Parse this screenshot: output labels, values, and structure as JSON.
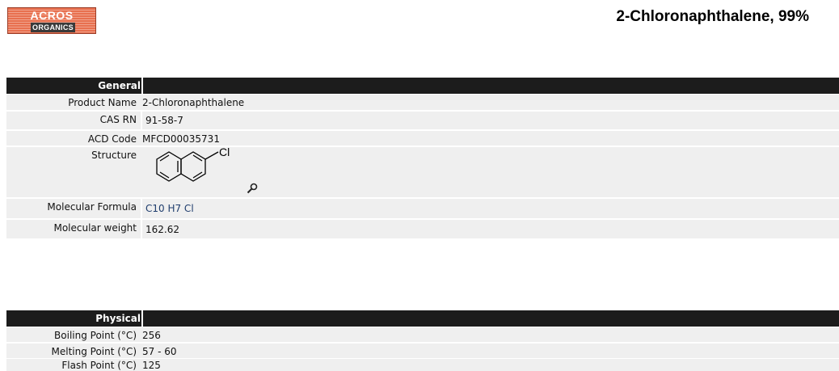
{
  "logo": {
    "line1": "ACROS",
    "line2": "ORGANICS"
  },
  "title": "2-Chloronaphthalene, 99%",
  "general": {
    "header": "General",
    "rows": [
      {
        "key": "Product Name",
        "value": "2-Chloronaphthalene"
      },
      {
        "key": "CAS RN",
        "value": "91-58-7"
      },
      {
        "key": "ACD Code",
        "value": "MFCD00035731"
      },
      {
        "key": "Structure",
        "value": ""
      },
      {
        "key": "Molecular Formula",
        "value": "C10 H7 Cl"
      },
      {
        "key": "Molecular weight",
        "value": "162.62"
      }
    ],
    "structure_label": "Cl",
    "zoom_icon": "magnifier-icon"
  },
  "physical": {
    "header": "Physical",
    "rows": [
      {
        "key": "Boiling Point (°C)",
        "value": "256"
      },
      {
        "key": "Melting Point (°C)",
        "value": "57 - 60"
      },
      {
        "key": "Flash Point (°C)",
        "value": "125"
      }
    ]
  },
  "colors": {
    "header_bg": "#1c1c1c",
    "row_bg": "#efefef",
    "logo": "#e8704f",
    "formula_link": "#1f3d6d"
  }
}
